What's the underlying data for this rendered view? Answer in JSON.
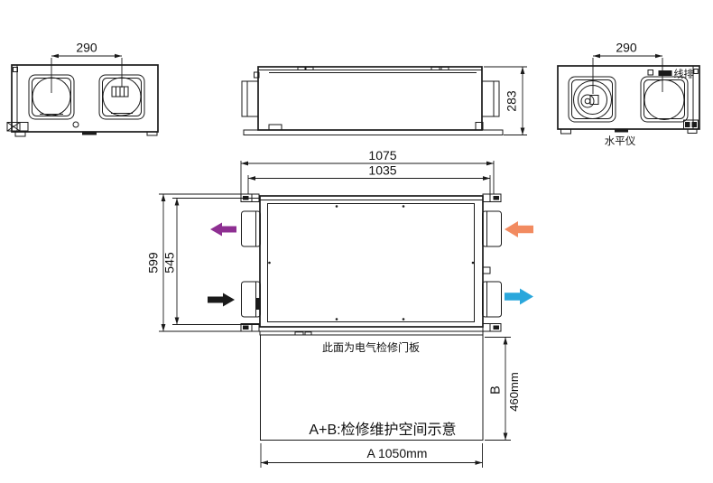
{
  "drawing": {
    "background": "#ffffff",
    "line_color": "#1a1a1a",
    "views": {
      "left_end_view": {
        "port_spacing_dim": "290"
      },
      "front_view": {
        "height_dim": "283"
      },
      "right_end_view": {
        "port_spacing_dim": "290",
        "wire_terminal_label": "线排",
        "level_gauge_label": "水平仪"
      },
      "plan_view": {
        "overall_width_dim": "1075",
        "body_width_dim": "1035",
        "overall_depth_dim": "599",
        "body_depth_dim": "545",
        "door_note": "此面为电气检修门板"
      },
      "service_space": {
        "note": "A+B:检修维护空间示意",
        "width_dim": "A 1050mm",
        "depth_label": "B",
        "depth_dim": "460mm"
      }
    },
    "airflow_arrows": {
      "plan_top_left": {
        "direction": "left",
        "color": "#8e2f92"
      },
      "plan_bottom_left": {
        "direction": "right",
        "color": "#1a1a1a"
      },
      "plan_top_right": {
        "direction": "left",
        "color": "#f28b60"
      },
      "plan_bottom_right": {
        "direction": "right",
        "color": "#2aa7dc"
      }
    }
  }
}
